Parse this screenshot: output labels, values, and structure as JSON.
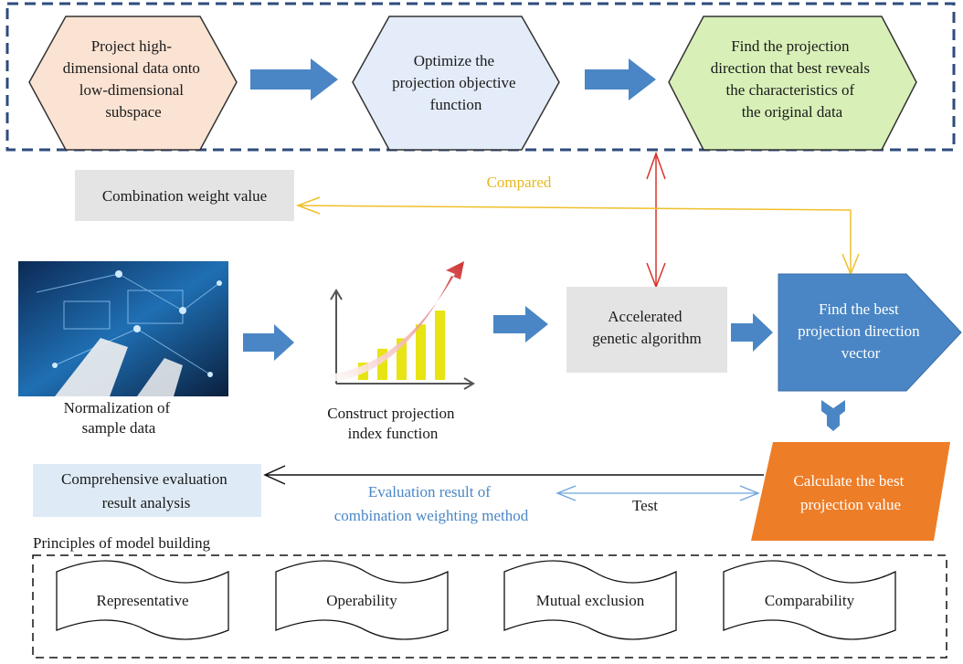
{
  "top_flow": {
    "step1": [
      "Project high-",
      "dimensional data onto",
      "low-dimensional",
      "subspace"
    ],
    "step2": [
      "Optimize the",
      "projection objective",
      "function"
    ],
    "step3": [
      "Find the projection",
      "direction that best reveals",
      "the characteristics of",
      "the original data"
    ]
  },
  "combination_weight": "Combination weight value",
  "compared_label": "Compared",
  "normalization_label": [
    "Normalization of",
    "sample data"
  ],
  "construct_label": [
    "Construct projection",
    "index function"
  ],
  "accelerated_ga": [
    "Accelerated",
    "genetic algorithm"
  ],
  "best_direction": [
    "Find the best",
    "projection direction",
    "vector"
  ],
  "best_value": [
    "Calculate the best",
    "projection value"
  ],
  "comprehensive": [
    "Comprehensive evaluation",
    "result analysis"
  ],
  "evaluation_result": [
    "Evaluation result of",
    "combination weighting method"
  ],
  "test_label": "Test",
  "principles_title": "Principles of model building",
  "principles": [
    "Representative",
    "Operability",
    "Mutual exclusion",
    "Comparability"
  ],
  "colors": {
    "frame_blue": "#2f4b7c",
    "arrow_blue": "#4a86c5",
    "arrow_red": "#d9342b",
    "arrow_yellow": "#f0c02a",
    "orange": "#ee7d27",
    "gray_box": "#e4e4e4",
    "light_blue_box": "#deebf7",
    "hex1": "#fbe3d3",
    "hex2": "#e3ecf8",
    "hex3": "#d8f0b8"
  },
  "chart_icon": {
    "bars": [
      0.25,
      0.45,
      0.6,
      0.8,
      1.0
    ]
  }
}
